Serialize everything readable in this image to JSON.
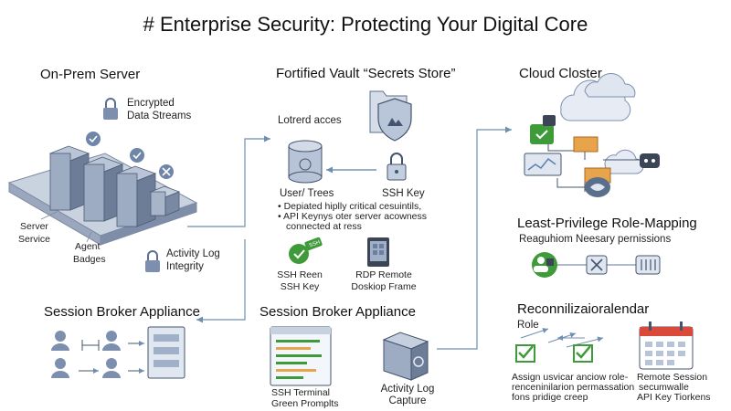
{
  "title": "# Enterprise Security: Protecting Your Digital Core",
  "onprem": {
    "heading": "On-Prem Server",
    "encrypted": [
      "Encrypted",
      "Data Streams"
    ],
    "server_service": [
      "Server",
      "Service"
    ],
    "agent_badges": [
      "Agent",
      "Badges"
    ],
    "activity_log": [
      "Activity Log",
      "Integrity"
    ]
  },
  "vault": {
    "heading": "Fortified Vault “Secrets Store”",
    "lotrerd": "Lotrerd acces",
    "user_trees": "User/ Trees",
    "ssh_key": "SSH Key",
    "bullets": [
      "Depiated hiplly critical cesuintils,",
      "API Keynys oter server acowness",
      "connected at ress"
    ],
    "ssh_reen": [
      "SSH Reen",
      "SSH Key"
    ],
    "ssh_badge": "SSH",
    "rdp": [
      "RDP Remote",
      "Doskiop Frame"
    ]
  },
  "cloud": {
    "heading": "Cloud Closter"
  },
  "least": {
    "heading": "Least-Privilege Role-Mapping",
    "sub": "Reaguhiom Neesary pernissions"
  },
  "recon": {
    "heading": "Reconnilizaioralendar",
    "role": "Role",
    "assign": [
      "Assign usvicar anciow role-",
      "renceninilarion permassation",
      "fons pridige creep"
    ],
    "remote": [
      "Remote Session",
      "secumwalle",
      "API Key Tiorkens"
    ]
  },
  "session_left": {
    "heading": "Session Broker Appliance"
  },
  "session_mid": {
    "heading": "Session Broker Appliance",
    "ssh_terminal": [
      "SSH Terminal",
      "Green Promplts"
    ],
    "activity_capture": [
      "Activity Log",
      "Capture"
    ]
  },
  "colors": {
    "accent_green": "#3f9a3a",
    "accent_orange": "#e8a44a",
    "accent_red": "#d94a3a",
    "steel": "#5a6f8c",
    "line": "#6f8fb0"
  }
}
